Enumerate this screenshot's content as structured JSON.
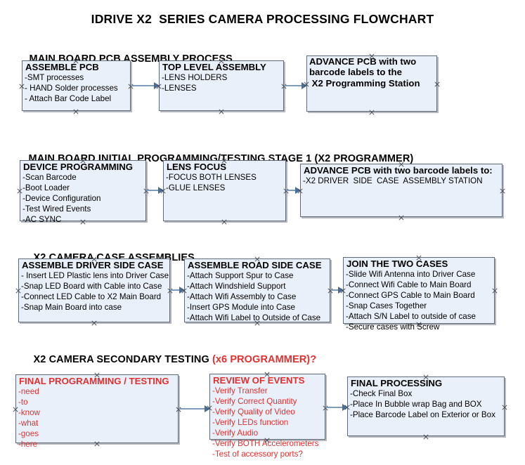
{
  "document": {
    "title": "IDRIVE X2  SERIES CAMERA PROCESSING FLOWCHART"
  },
  "colors": {
    "box_fill": "#eaf0f9",
    "box_border": "#5f6b7a",
    "connector": "#7d9cbb",
    "arrow_head": "#4a6d94",
    "accent_red": "#e03030",
    "text": "#000000"
  },
  "sections": [
    {
      "heading": "MAIN BOARD PCB ASSEMBLY PROCESS",
      "heading_accent": "",
      "boxes": [
        {
          "title": "ASSEMBLE PCB",
          "lines": [
            "-SMT processes",
            "- HAND Solder processes",
            "- Attach Bar Code Label"
          ],
          "style": "normal"
        },
        {
          "title": "TOP LEVEL ASSEMBLY",
          "lines": [
            "-LENS HOLDERS",
            "-LENSES"
          ],
          "style": "normal"
        },
        {
          "title": "ADVANCE PCB with two",
          "lines": [
            "barcode labels to the",
            " X2 Programming Station"
          ],
          "style": "allbold"
        }
      ]
    },
    {
      "heading": "MAIN BOARD INITIAL PROGRAMMING/TESTING STAGE 1 (X2 PROGRAMMER)",
      "heading_accent": "",
      "boxes": [
        {
          "title": "DEVICE PROGRAMMING",
          "lines": [
            "-Scan Barcode",
            "-Boot Loader",
            "-Device Configuration",
            "-Test Wired Events",
            "-AC SYNC"
          ],
          "style": "normal"
        },
        {
          "title": "LENS FOCUS",
          "lines": [
            "-FOCUS BOTH LENSES",
            "-GLUE LENSES"
          ],
          "style": "normal"
        },
        {
          "title": "ADVANCE PCB with two barcode labels to:",
          "lines": [
            "-X2 DRIVER  SIDE  CASE  ASSEMBLY STATION"
          ],
          "style": "normal"
        }
      ]
    },
    {
      "heading": "X2 CAMERA CASE ASSEMBLIES",
      "heading_accent": "",
      "boxes": [
        {
          "title": "ASSEMBLE DRIVER SIDE CASE",
          "lines": [
            "- Insert LED Plastic lens into Driver Case",
            "-Snap LED Board with Cable into Case",
            "-Connect LED Cable to X2 Main Board",
            "-Snap Main Board into case"
          ],
          "style": "normal"
        },
        {
          "title": "ASSEMBLE ROAD SIDE CASE",
          "lines": [
            "-Attach Support Spur to Case",
            "-Attach Windshield Support",
            "-Attach Wifi Assembly to Case",
            "-Insert GPS Module into Case",
            "-Attach Wifi Label to Outside of Case"
          ],
          "style": "normal"
        },
        {
          "title": "JOIN THE TWO CASES",
          "lines": [
            "-Slide Wifi Antenna into Driver Case",
            "-Connect Wifi Cable to Main Board",
            "-Connect GPS Cable to Main Board",
            "-Snap Cases Together",
            "-Attach S/N Label to outside of case",
            "-Secure cases with Screw"
          ],
          "style": "normal"
        }
      ]
    },
    {
      "heading": "X2 CAMERA SECONDARY TESTING ",
      "heading_accent": "(x6 PROGRAMMER)?",
      "boxes": [
        {
          "title": "FINAL PROGRAMMING / TESTING",
          "lines": [
            "-need",
            "-to",
            "-know",
            "-what",
            "-goes",
            "-here"
          ],
          "style": "red"
        },
        {
          "title": "REVIEW OF EVENTS",
          "lines": [
            "-Verify Transfer",
            "-Verify Correct Quantity",
            "-Verify Quality of Video",
            "-Verify LEDs function",
            "-Verify Audio",
            "-Verify BOTH Accelerometers",
            "-Test of accessory ports?"
          ],
          "style": "red"
        },
        {
          "title": "FINAL PROCESSING",
          "lines": [
            "-Check Final Box",
            "-Place In Bubble wrap Bag and BOX",
            "-Place Barcode Label on Exterior or Box"
          ],
          "style": "normal"
        }
      ]
    }
  ]
}
